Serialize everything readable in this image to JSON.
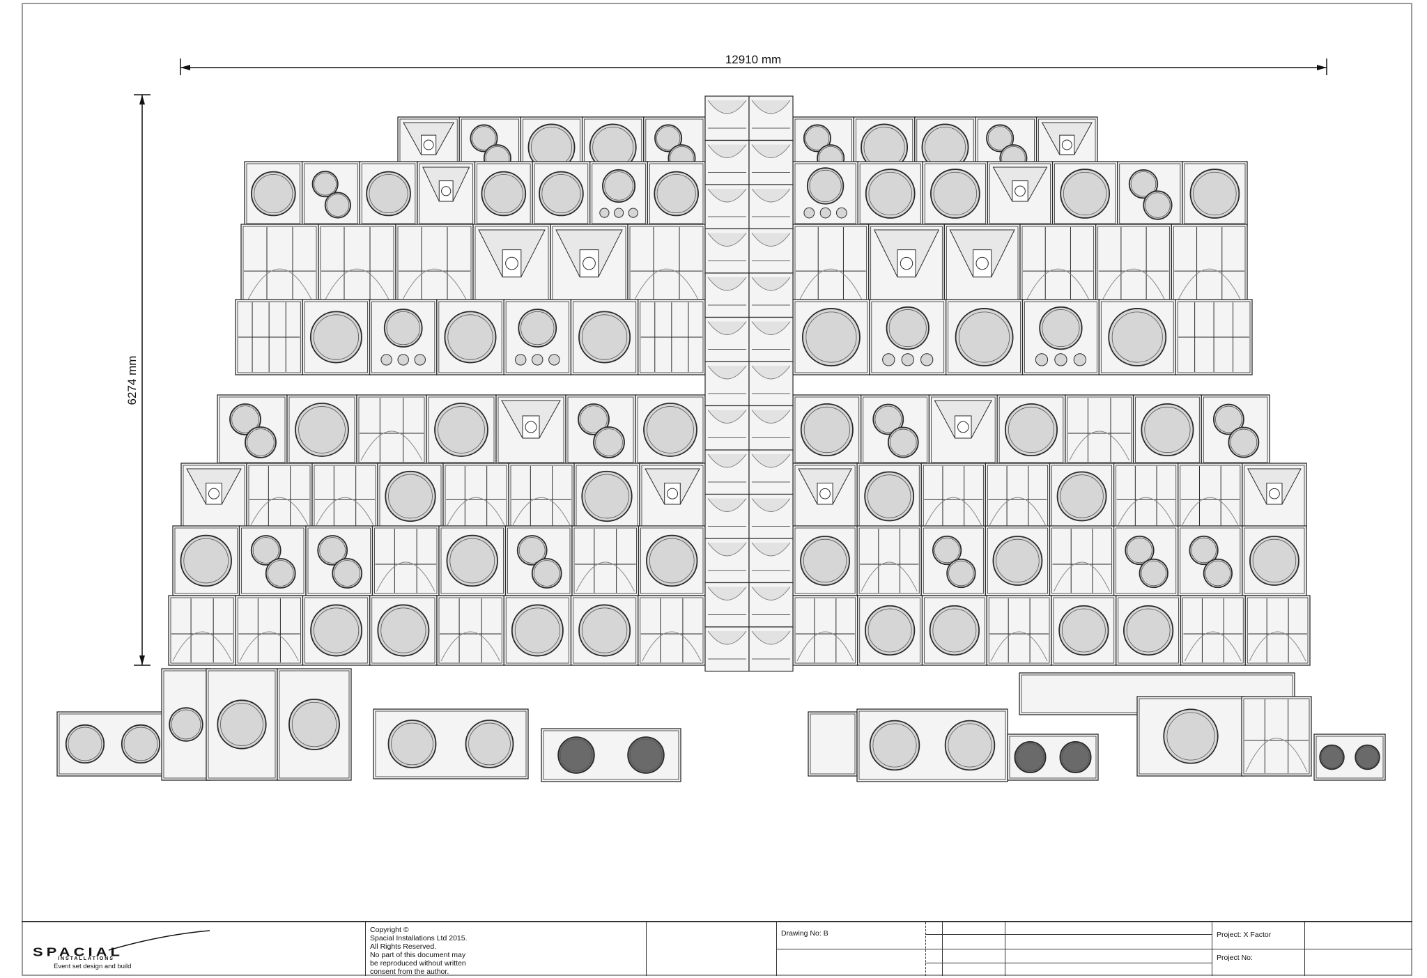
{
  "dimensions": {
    "width_label": "12910 mm",
    "height_label": "6274 mm"
  },
  "title_block": {
    "logo": {
      "word": "SPACIAL",
      "sub": "INSTALLATIONS",
      "tagline": "Event set design and build"
    },
    "copyright": [
      "Copyright  ©",
      "Spacial Installations Ltd 2015.",
      "All Rights Reserved.",
      "No part of this document may",
      "be reproduced without written",
      "consent from the author."
    ],
    "drawing_no": "Drawing No: B",
    "project": "Project: X Factor",
    "project_no": "Project No:"
  },
  "colors": {
    "line": "#2a2a2a",
    "face": "#f4f4f4",
    "cone": "#d6d6d6",
    "cone_dark": "#6a6a6a"
  }
}
